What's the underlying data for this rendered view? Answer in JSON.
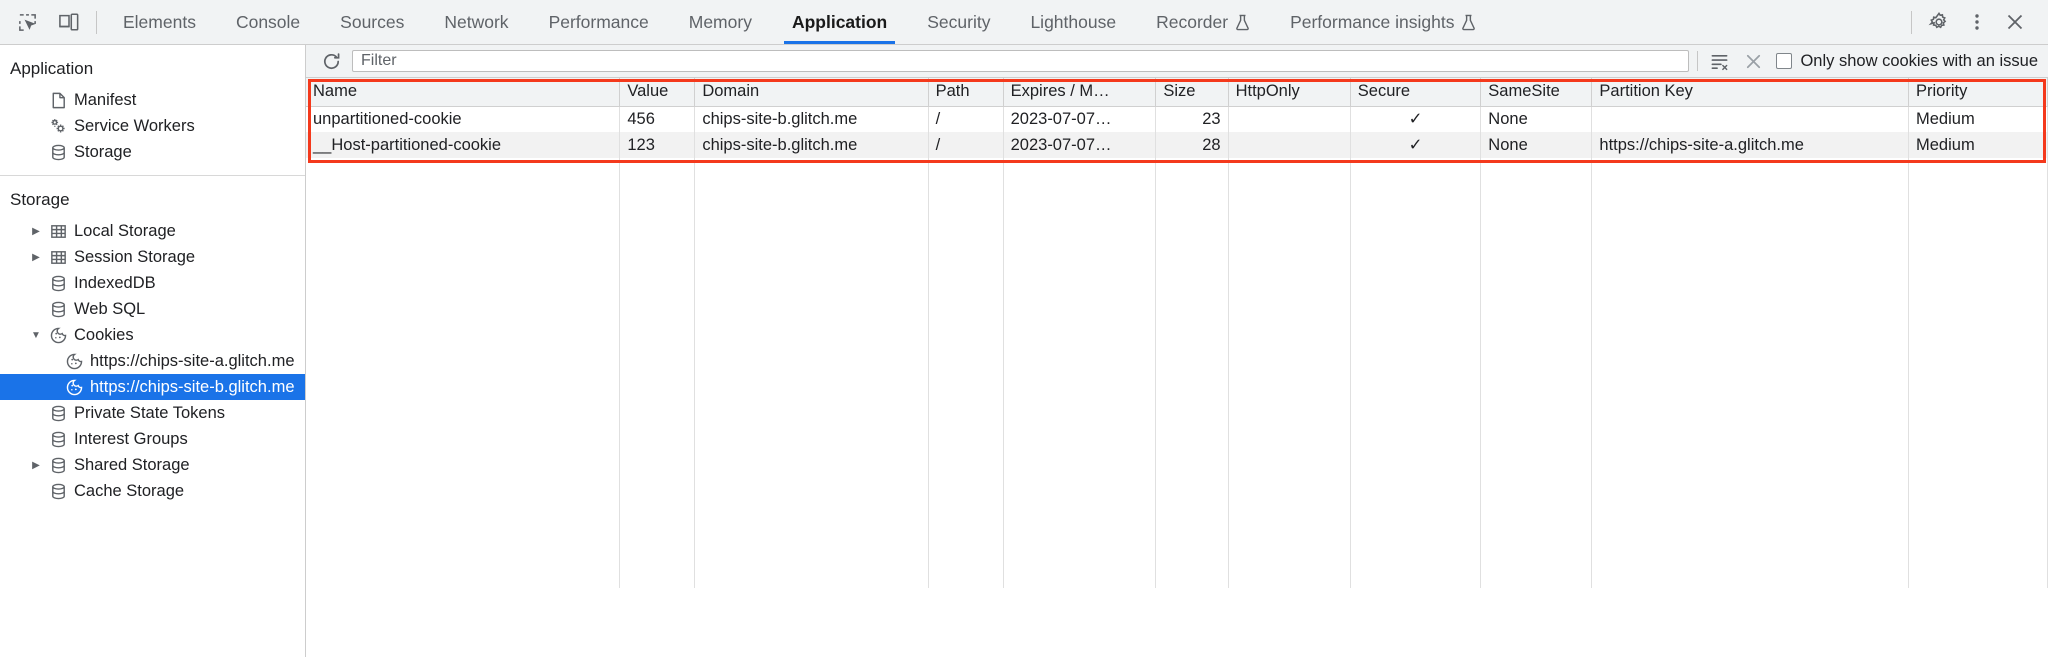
{
  "tabbar": {
    "left_icons": [
      {
        "name": "inspect-element-icon",
        "title": "Inspect element"
      },
      {
        "name": "device-toolbar-icon",
        "title": "Toggle device toolbar"
      }
    ],
    "tabs": [
      {
        "label": "Elements",
        "active": false,
        "experimental": false
      },
      {
        "label": "Console",
        "active": false,
        "experimental": false
      },
      {
        "label": "Sources",
        "active": false,
        "experimental": false
      },
      {
        "label": "Network",
        "active": false,
        "experimental": false
      },
      {
        "label": "Performance",
        "active": false,
        "experimental": false
      },
      {
        "label": "Memory",
        "active": false,
        "experimental": false
      },
      {
        "label": "Application",
        "active": true,
        "experimental": false
      },
      {
        "label": "Security",
        "active": false,
        "experimental": false
      },
      {
        "label": "Lighthouse",
        "active": false,
        "experimental": false
      },
      {
        "label": "Recorder",
        "active": false,
        "experimental": true
      },
      {
        "label": "Performance insights",
        "active": false,
        "experimental": true
      }
    ],
    "right_icons": [
      {
        "name": "gear-icon",
        "title": "Settings"
      },
      {
        "name": "more-vertical-icon",
        "title": "Customize and control DevTools"
      },
      {
        "name": "close-icon",
        "title": "Close DevTools"
      }
    ]
  },
  "sidebar": {
    "application": {
      "title": "Application",
      "items": [
        {
          "label": "Manifest",
          "icon": "manifest-document-icon",
          "twisty": "none",
          "selected": false
        },
        {
          "label": "Service Workers",
          "icon": "service-workers-gears-icon",
          "twisty": "none",
          "selected": false
        },
        {
          "label": "Storage",
          "icon": "database-icon",
          "twisty": "none",
          "selected": false
        }
      ]
    },
    "storage": {
      "title": "Storage",
      "items": [
        {
          "label": "Local Storage",
          "icon": "table-grid-icon",
          "twisty": "collapsed",
          "indent": 1,
          "selected": false
        },
        {
          "label": "Session Storage",
          "icon": "table-grid-icon",
          "twisty": "collapsed",
          "indent": 1,
          "selected": false
        },
        {
          "label": "IndexedDB",
          "icon": "database-icon",
          "twisty": "none",
          "indent": 1,
          "selected": false
        },
        {
          "label": "Web SQL",
          "icon": "database-icon",
          "twisty": "none",
          "indent": 1,
          "selected": false
        },
        {
          "label": "Cookies",
          "icon": "cookie-icon",
          "twisty": "expanded",
          "indent": 1,
          "selected": false
        },
        {
          "label": "https://chips-site-a.glitch.me",
          "icon": "cookie-icon",
          "twisty": "none",
          "indent": 2,
          "selected": false
        },
        {
          "label": "https://chips-site-b.glitch.me",
          "icon": "cookie-icon",
          "twisty": "none",
          "indent": 2,
          "selected": true
        },
        {
          "label": "Private State Tokens",
          "icon": "database-icon",
          "twisty": "none",
          "indent": 1,
          "selected": false
        },
        {
          "label": "Interest Groups",
          "icon": "database-icon",
          "twisty": "none",
          "indent": 1,
          "selected": false
        },
        {
          "label": "Shared Storage",
          "icon": "database-icon",
          "twisty": "collapsed",
          "indent": 1,
          "selected": false
        },
        {
          "label": "Cache Storage",
          "icon": "database-icon",
          "twisty": "none",
          "indent": 1,
          "selected": false
        }
      ]
    }
  },
  "filterbar": {
    "refresh_title": "Refresh",
    "filter_placeholder": "Filter",
    "filter_value": "",
    "clear_filtered_title": "Clear filtered cookies",
    "clear_all_title": "Clear all cookies",
    "issue_checkbox_label": "Only show cookies with an issue",
    "issue_checkbox_checked": false
  },
  "cookie_table": {
    "columns": [
      "Name",
      "Value",
      "Domain",
      "Path",
      "Expires / M…",
      "Size",
      "HttpOnly",
      "Secure",
      "SameSite",
      "Partition Key",
      "Priority"
    ],
    "rows": [
      {
        "Name": "unpartitioned-cookie",
        "Value": "456",
        "Domain": "chips-site-b.glitch.me",
        "Path": "/",
        "Expires / M…": "2023-07-07…",
        "Size": "23",
        "HttpOnly": "",
        "Secure": "✓",
        "SameSite": "None",
        "Partition Key": "",
        "Priority": "Medium"
      },
      {
        "Name": "__Host-partitioned-cookie",
        "Value": "123",
        "Domain": "chips-site-b.glitch.me",
        "Path": "/",
        "Expires / M…": "2023-07-07…",
        "Size": "28",
        "HttpOnly": "",
        "Secure": "✓",
        "SameSite": "None",
        "Partition Key": "https://chips-site-a.glitch.me",
        "Priority": "Medium"
      }
    ]
  },
  "annotation": {
    "highlight_color": "#f4391c"
  },
  "colors": {
    "accent": "#1a73e8",
    "toolbar_bg": "#f1f3f4",
    "selected_row_bg": "#f2f2f2"
  }
}
